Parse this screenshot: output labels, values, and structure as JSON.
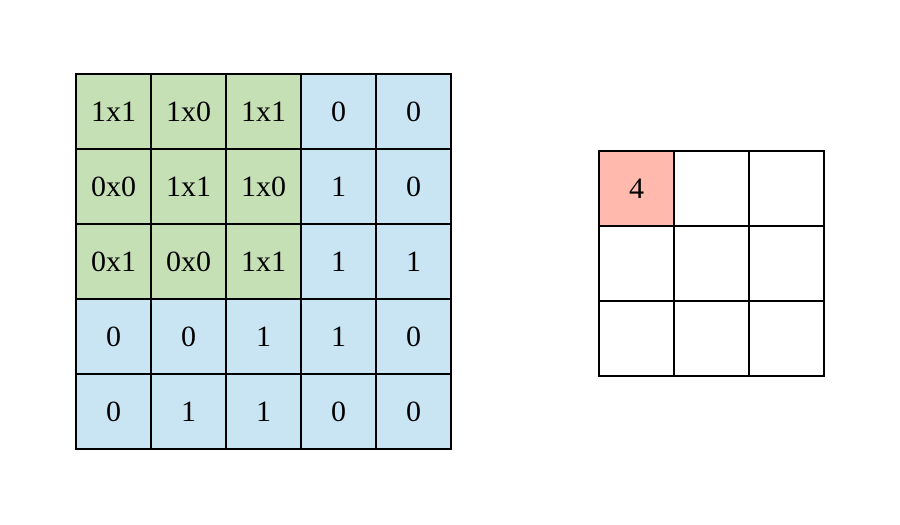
{
  "colors": {
    "background": "#ffffff",
    "grid_line": "#000000",
    "text": "#000000",
    "kernel_cell": "#c5e0b4",
    "input_cell": "#c9e4f3",
    "output_highlight_cell": "#ffb9ad",
    "empty_cell": "#ffffff"
  },
  "input_matrix": {
    "rows": 5,
    "cols": 5,
    "cells": [
      [
        "1x1",
        "1x0",
        "1x1",
        "0",
        "0"
      ],
      [
        "0x0",
        "1x1",
        "1x0",
        "1",
        "0"
      ],
      [
        "0x1",
        "0x0",
        "1x1",
        "1",
        "1"
      ],
      [
        "0",
        "0",
        "1",
        "1",
        "0"
      ],
      [
        "0",
        "1",
        "1",
        "0",
        "0"
      ]
    ],
    "cell_types": [
      [
        "kernel",
        "kernel",
        "kernel",
        "input",
        "input"
      ],
      [
        "kernel",
        "kernel",
        "kernel",
        "input",
        "input"
      ],
      [
        "kernel",
        "kernel",
        "kernel",
        "input",
        "input"
      ],
      [
        "input",
        "input",
        "input",
        "input",
        "input"
      ],
      [
        "input",
        "input",
        "input",
        "input",
        "input"
      ]
    ]
  },
  "output_matrix": {
    "rows": 3,
    "cols": 3,
    "cells": [
      [
        "4",
        "",
        ""
      ],
      [
        "",
        "",
        ""
      ],
      [
        "",
        "",
        ""
      ]
    ],
    "cell_types": [
      [
        "result",
        "empty",
        "empty"
      ],
      [
        "empty",
        "empty",
        "empty"
      ],
      [
        "empty",
        "empty",
        "empty"
      ]
    ]
  }
}
